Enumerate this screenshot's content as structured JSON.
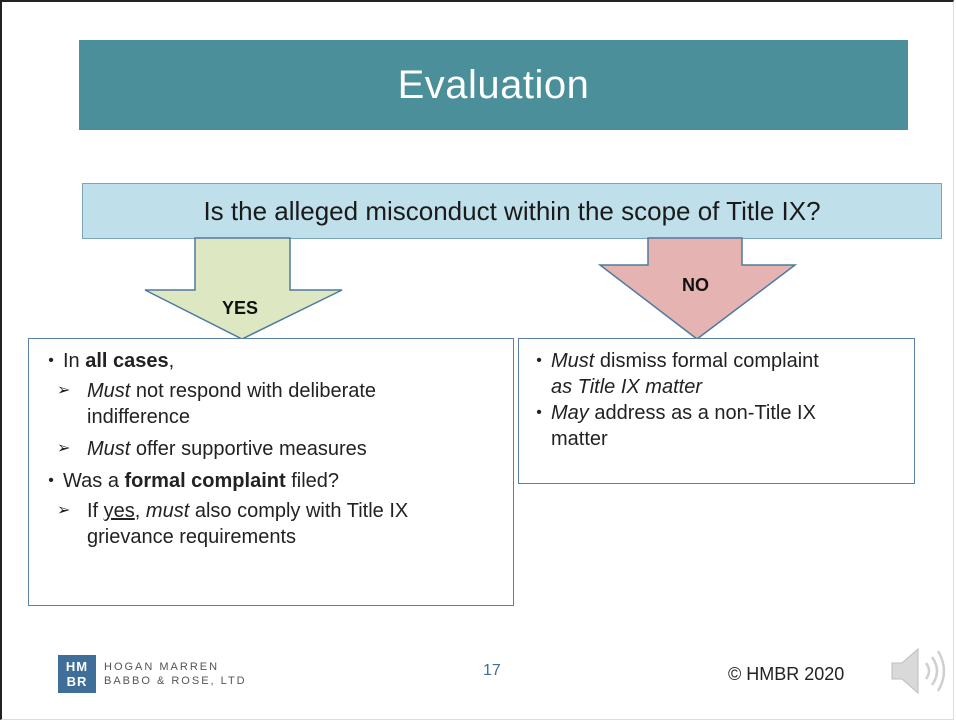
{
  "title": "Evaluation",
  "question": "Is the alleged misconduct within the scope of Title IX?",
  "yes_label": "YES",
  "no_label": "NO",
  "yes_panel": {
    "b1_pre": "In ",
    "b1_bold": "all cases",
    "b1_post": ",",
    "s1_em": "Must",
    "s1_rest": " not respond with deliberate",
    "s1_line2": "indifference",
    "s2_em": "Must",
    "s2_rest": " offer supportive measures",
    "b2_pre": "Was a ",
    "b2_bold": "formal complaint",
    "b2_post": " filed?",
    "s3_pre": "If ",
    "s3_ul": "yes",
    "s3_mid": ", ",
    "s3_em": "must",
    "s3_rest": " also comply with Title IX",
    "s3_line2": "grievance requirements"
  },
  "no_panel": {
    "b1_em": "Must",
    "b1_rest": " dismiss formal complaint",
    "b1_line2": "as Title IX matter",
    "b2_em": "May",
    "b2_rest": " address as a non-Title IX",
    "b2_line2": "matter"
  },
  "footer": {
    "logo_mark_top": "HM",
    "logo_mark_bottom": "BR",
    "logo_line1": "HOGAN MARREN",
    "logo_line2": "BABBO & ROSE, LTD",
    "page_number": "17",
    "copyright": "© HMBR 2020"
  },
  "colors": {
    "title_bar": "#4a8f9a",
    "question_fill": "#bfe0ea",
    "yes_arrow": "#dde8c2",
    "no_arrow": "#e6b3b3",
    "panel_border": "#5b7fa5"
  },
  "icons": {
    "speaker": "speaker-icon"
  }
}
